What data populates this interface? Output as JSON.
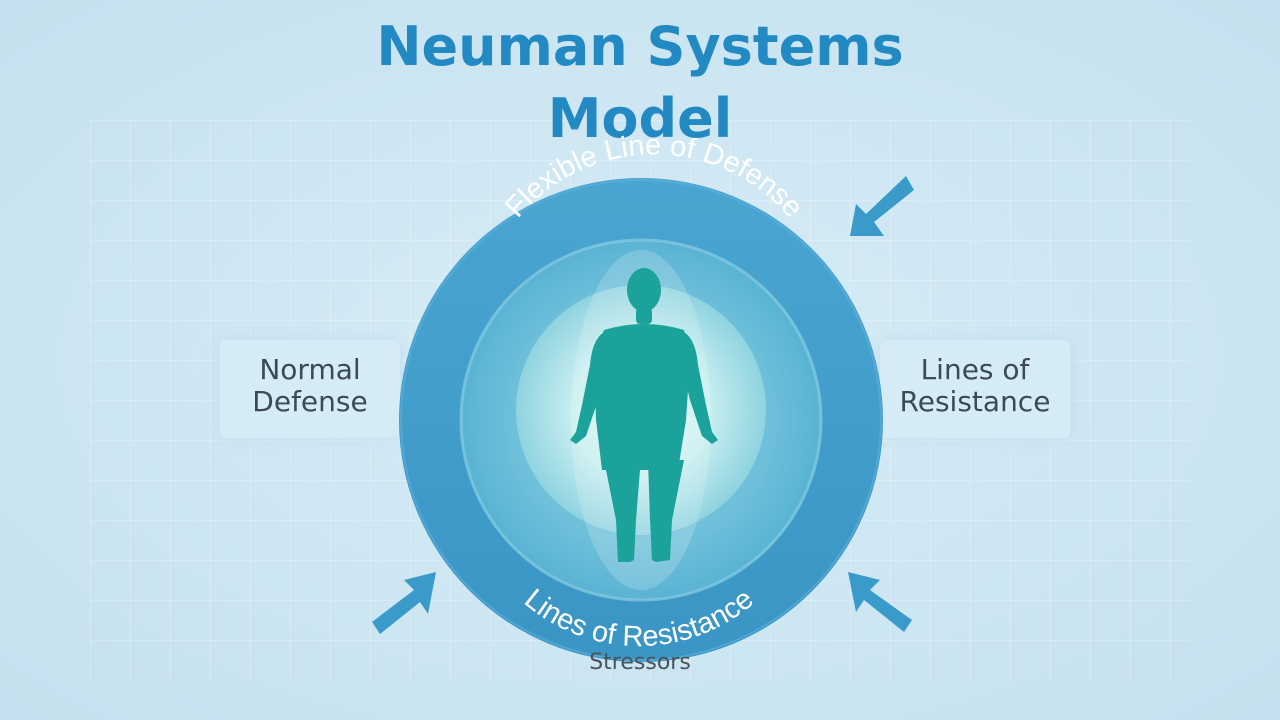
{
  "title_line1": "Neuman Systems",
  "title_line2": "Model",
  "ring_top_label": "Flexible Line of Defense",
  "ring_bottom_label": "Lines of Resistance",
  "left_label_line1": "Normal",
  "left_label_line2": "Defense",
  "right_label_line1": "Lines of",
  "right_label_line2": "Resistance",
  "bottom_label": "Stressors",
  "colors": {
    "title": "#2389c2",
    "outer_ring": "#3f9cca",
    "middle_ring": "#7cc6df",
    "core": "#d4f1f3",
    "figure": "#1aa39b",
    "arrow": "#3a9bcb"
  },
  "icons": [
    "human-figure-icon",
    "arrow-icon"
  ]
}
